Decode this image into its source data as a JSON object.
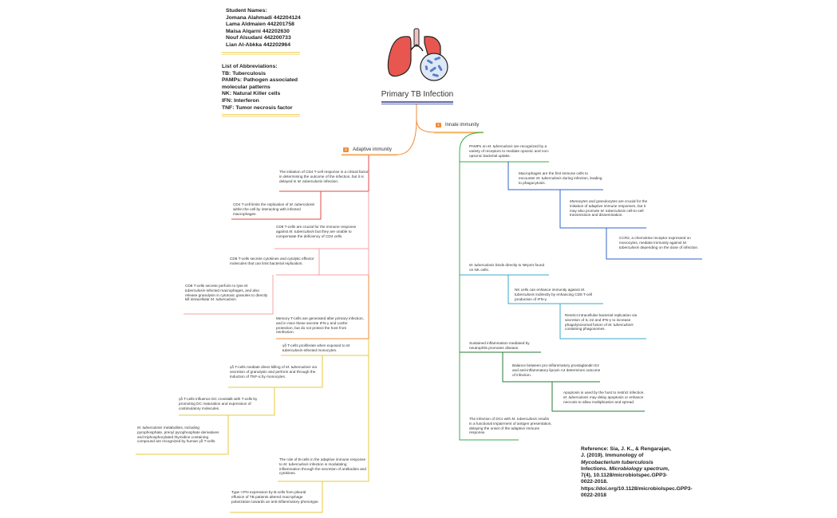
{
  "students": {
    "heading": "Student Names:",
    "names": [
      "Jomana Alahmadi 442204124",
      "Lama Aldmaien 442201758",
      "Maisa Alqarni 442202630",
      "Nouf Alsudani 442200733",
      "Lian Al-Abkka 442202964"
    ]
  },
  "abbreviations": {
    "heading": "List of Abbreviations:",
    "items": [
      "TB: Tuberculosis",
      "PAMPs: Pathogen associated molecular patterns",
      "NK: Natural Killer cells",
      "IFN: Interferon",
      "TNF: Tumor necrosis factor"
    ]
  },
  "title": "Primary TB Infection",
  "innate": {
    "number": "1",
    "label": "Innate immunity",
    "notes": [
      {
        "key": "pamps",
        "html": "PAMPs on <i>M. tuberculosis</i> are recognized by a variety of receptors to mediate opsonic and non-opsonic bacterial uptake."
      },
      {
        "key": "macrophages",
        "html": "Macrophages are the first immune cells to encounter <i>M. tuberculosis</i> during infection, leading to phagocytosis."
      },
      {
        "key": "monocytes",
        "html": "<i>Monocytes</i> and granulocytes are crucial for the initiation of adaptive immune responses, but it may also promote <i>M. tuberculosis</i> cell-to-cell transmission and dissemination."
      },
      {
        "key": "ccr2",
        "html": "CCR2, a chemokine receptor expressed on monocytes, mediate immunity against <i>M. tuberculosis</i> depending on the dose of infection."
      },
      {
        "key": "nkp44",
        "html": "<i>M. tuberculosis</i> binds directly to NKp44 found on NK cells."
      },
      {
        "key": "nkcells",
        "html": "NK cells can enhance immunity against <i>M. tuberculosis</i> indirectly by enhancing CD8 T-cell production of IFN-γ."
      },
      {
        "key": "restrict",
        "html": "Restrict intracellular bacterial replication via secretion of IL-22 and IFN-γ to increase phagolysosomal fusion of <i>M. tuberculosis</i> containing phagosomes."
      },
      {
        "key": "neutrophils",
        "html": "Sustained inflammation mediated by neutrophils promotes disease."
      },
      {
        "key": "balance",
        "html": "Balance between pro-inflammatory prostaglandin E2 and anti-inflammatory lipoxin A4 determines outcome of infection."
      },
      {
        "key": "apoptosis",
        "html": "Apoptosis is used by the host to restrict infection. <i>M. tuberculosis</i> may delay apoptosis or enhance necrosis to allow multiplication and spread."
      },
      {
        "key": "dcs",
        "html": "The infection of DCs with <i>M. tuberculosis</i> results in a functional impairment of antigen presentation, delaying the onset of the adaptive immune response."
      }
    ]
  },
  "adaptive": {
    "number": "2",
    "label": "Adaptive immunity",
    "notes": [
      {
        "key": "cd4init",
        "html": "The initiation of CD4 T-cell response is a critical factor in determining the outcome of the infection, but it is delayed in <i>M. tuberculosis</i> infection."
      },
      {
        "key": "cd4limit",
        "html": "CD4 T-cell limits the replication of <i>M. tuberculosis</i> within the cell by interacting with infected macrophages."
      },
      {
        "key": "cd8crucial",
        "html": "CD8 T-cells are crucial for the immune response against <i>M. tuberculosis</i> but they are unable to compensate the deficiency of CD4 cells."
      },
      {
        "key": "cd8secrete",
        "html": "CD8 T-cells secrete cytokines and cytolytic effector molecules that can limit bacterial replication."
      },
      {
        "key": "cd8perforin",
        "html": "CD8 T-cells secrete perforin to lyse <i>M. tuberculosis</i>-infected macrophages, and also release granulysin in cytotoxic granules to directly kill intracellular <i>M. tuberculosis</i>."
      },
      {
        "key": "memory",
        "html": "Memory T-cells are generated after primary infection, and in mice these secrete IFN-γ and confer protection, but do not protect the host from reinfection."
      },
      {
        "key": "gd_prolif",
        "html": "γδ T-cells proliferate when exposed to <i>M. tuberculosis</i>-infected monocytes."
      },
      {
        "key": "gd_kill",
        "html": "γδ T-cells mediate direct killing of <i>M. tuberculosis</i> via secretion of granulysin and perforin and through the induction of TNF-α by monocytes."
      },
      {
        "key": "gd_dc",
        "html": "γδ T-cells influence DC crosstalk with T-cells by promoting DC maturation and expression of costimulatory molecules."
      },
      {
        "key": "metabolites",
        "html": "<i>M. tuberculosis</i> metabolites, including pyrophosphate, prenyl pyrophosphate derivatives and triphosphorylated thymidine containing compound are recognized by human γδ T-cells."
      },
      {
        "key": "bcells",
        "html": "The role of B-cells in the adaptive immune response to <i>M. tuberculosis</i> infection is modulating inflammation through the secretion of antibodies and cytokines."
      },
      {
        "key": "ifn",
        "html": "Type I IFN expression by B-cells from pleural effusion of TB patients altered macrophage polarization towards an anti-inflammatory phenotype."
      }
    ]
  },
  "reference": {
    "html": "Reference: Sia, J. K., &amp; Rengarajan, J. (2019). Immunology of <i>Mycobacterium tuberculosis</i> Infections. <i>Microbiology spectrum</i>, 7(4), 10.1128/microbiolspec.GPP3-0022-2018. https://doi.org/10.1128/microbiolspec.GPP3-0022-2018"
  },
  "colors": {
    "title_underline": "#2e3a8c",
    "accent_yellow": "#f5d76e",
    "innate_orange": "#f28b3c",
    "green": "#3aaa4c",
    "blue": "#2f66c9",
    "cyan": "#3aa9c9",
    "dark_green": "#2a7a36",
    "red": "#e04848",
    "pink": "#f4a3a3",
    "yellow": "#e8c93c",
    "lung_red": "#e8574f",
    "lung_blue": "#5b7fc7"
  }
}
